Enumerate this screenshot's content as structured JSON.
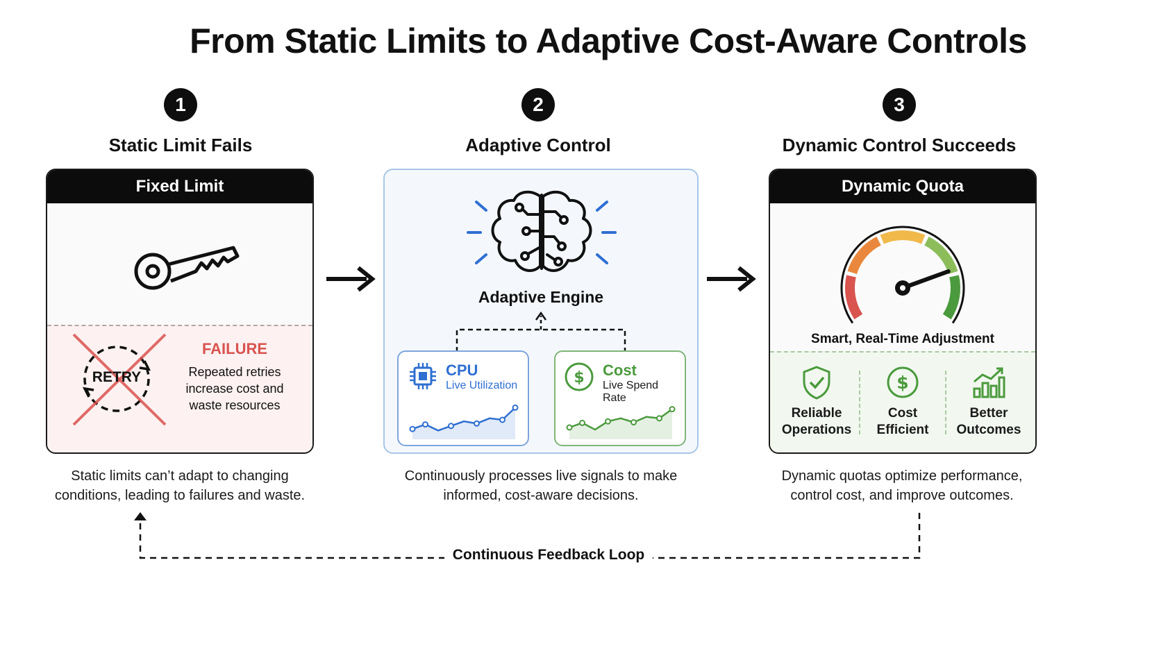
{
  "title": "From Static Limits to Adaptive Cost-Aware Controls",
  "steps": [
    {
      "number": "1",
      "title": "Static Limit Fails",
      "card_header": "Fixed Limit",
      "retry_label": "RETRY",
      "failure_label": "FAILURE",
      "failure_text_lines": [
        "Repeated retries",
        "increase cost and",
        "waste resources"
      ],
      "caption_lines": [
        "Static limits can’t adapt to changing",
        "conditions, leading to failures and waste."
      ]
    },
    {
      "number": "2",
      "title": "Adaptive Control",
      "engine_label": "Adaptive Engine",
      "signals": [
        {
          "title": "CPU",
          "subtitle": "Live Utilization",
          "color": "#2f6fd1",
          "sparkline": [
            0.2,
            0.35,
            0.15,
            0.3,
            0.45,
            0.38,
            0.55,
            0.5,
            0.9
          ]
        },
        {
          "title": "Cost",
          "subtitle": "Live Spend Rate",
          "color": "#4b9a3d",
          "sparkline": [
            0.25,
            0.4,
            0.18,
            0.45,
            0.55,
            0.42,
            0.6,
            0.55,
            0.85
          ]
        }
      ],
      "caption_lines": [
        "Continuously processes live signals to make",
        "informed, cost-aware decisions."
      ]
    },
    {
      "number": "3",
      "title": "Dynamic Control Succeeds",
      "card_header": "Dynamic Quota",
      "gauge_label": "Smart, Real-Time Adjustment",
      "gauge_level": 0.78,
      "benefits": [
        {
          "icon": "shield-check-icon",
          "lines": [
            "Reliable",
            "Operations"
          ]
        },
        {
          "icon": "dollar-coin-icon",
          "lines": [
            "Cost",
            "Efficient"
          ]
        },
        {
          "icon": "growth-chart-icon",
          "lines": [
            "Better",
            "Outcomes"
          ]
        }
      ],
      "caption_lines": [
        "Dynamic quotas optimize performance,",
        "control cost, and improve outcomes."
      ]
    }
  ],
  "feedback_label": "Continuous Feedback Loop",
  "colors": {
    "blue": "#2f6fd1",
    "green": "#4b9a3d",
    "red": "#d9534f",
    "dark": "#0c0c0c"
  }
}
